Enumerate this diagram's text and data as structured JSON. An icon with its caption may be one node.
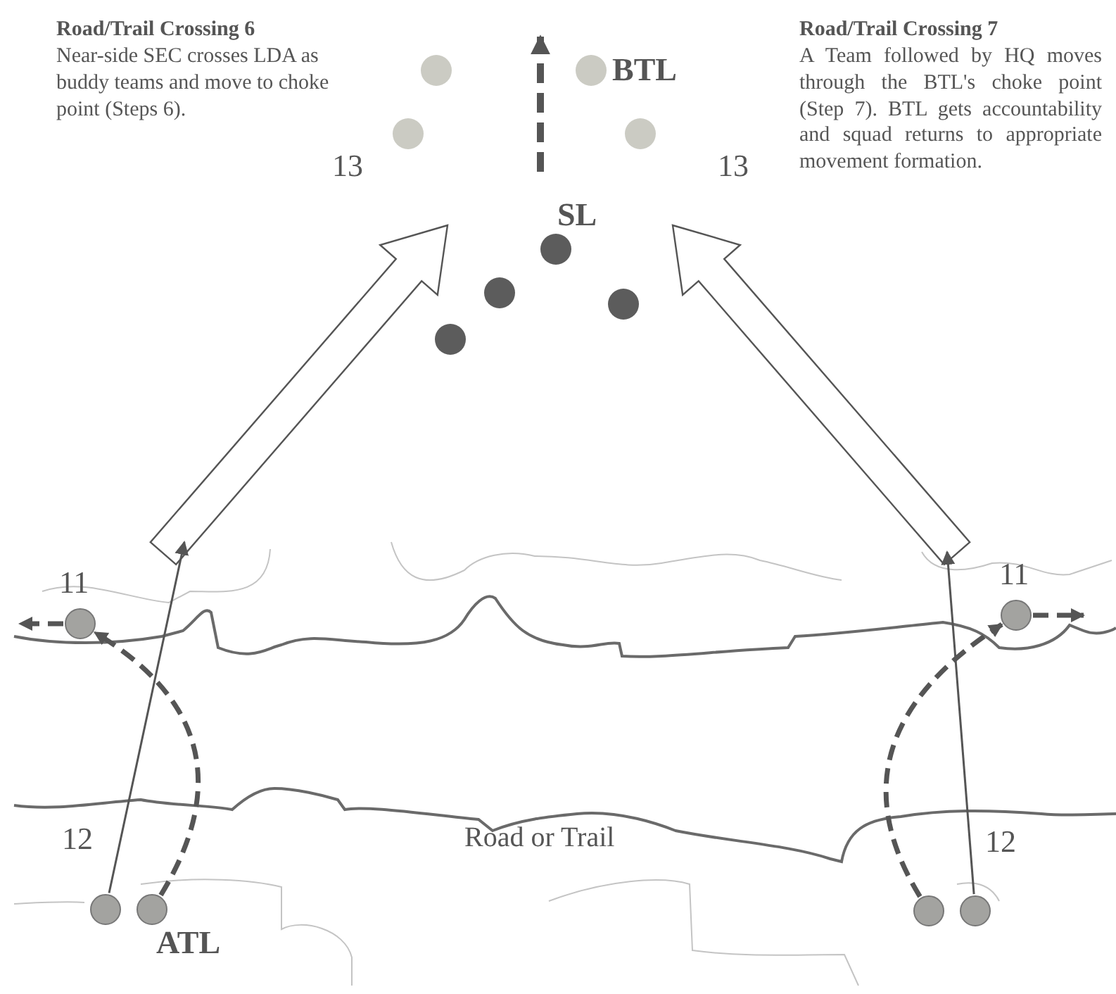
{
  "diagram": {
    "nodes": [
      {
        "text": [],
        "shape": "circle"
      },
      {
        "text": [],
        "shape": "circle"
      },
      {
        "text": [],
        "shape": "circle",
        "beside": [
          "BTL"
        ]
      },
      {
        "text": [],
        "shape": "circle"
      },
      {
        "text": [],
        "shape": "circle",
        "beside": [
          "SL"
        ]
      },
      {
        "text": [],
        "shape": "circle"
      },
      {
        "text": [],
        "shape": "circle"
      },
      {
        "text": [],
        "shape": "circle"
      },
      {
        "text": [],
        "shape": "circle"
      },
      {
        "text": [],
        "shape": "circle"
      },
      {
        "text": [],
        "shape": "circle",
        "beside": [
          "ATL"
        ]
      },
      {
        "text": [],
        "shape": "circle"
      },
      {
        "text": [],
        "shape": "circle"
      },
      {
        "text": [],
        "shape": "circle"
      }
    ],
    "edges": [
      {
        "from": 8,
        "to": null,
        "arrow": "to",
        "style": "dashed"
      },
      {
        "from": 10,
        "to": 8,
        "arrow": "to",
        "style": "dashed"
      },
      {
        "from": 9,
        "to": null,
        "arrow": "to"
      },
      {
        "from": 13,
        "to": null,
        "arrow": "to"
      },
      {
        "from": 12,
        "to": 11,
        "arrow": "to",
        "style": "dashed"
      },
      {
        "from": 11,
        "to": null,
        "arrow": "to",
        "style": "dashed"
      }
    ],
    "labels": [
      "Road/Trail Crossing 6",
      "Near-side SEC crosses LDA as buddy teams and move to choke point (Steps 6).",
      "Road/Trail Crossing 7",
      "A Team followed by HQ moves through the BTL's choke point (Step 7). BTL gets accountability and squad returns to appropriate movement formation.",
      "13",
      "13",
      "11",
      "11",
      "Road or Trail",
      "12",
      "12"
    ]
  }
}
